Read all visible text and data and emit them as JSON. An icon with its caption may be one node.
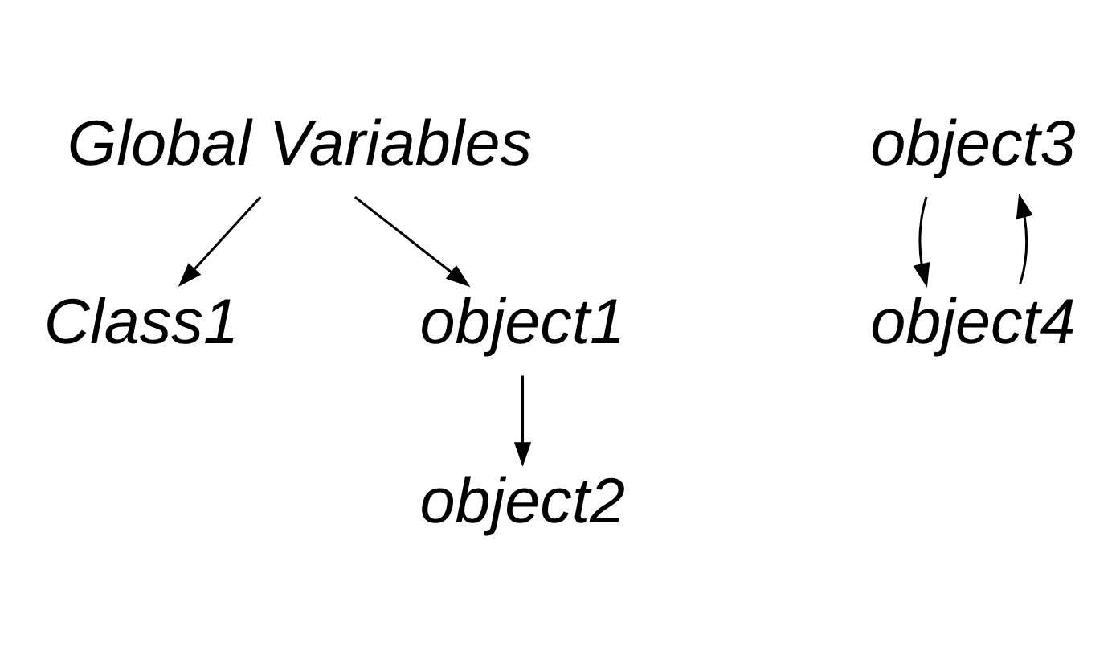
{
  "diagram": {
    "nodes": [
      {
        "text": [
          "Global Variables"
        ]
      },
      {
        "text": [
          "Class1"
        ]
      },
      {
        "text": [
          "object1"
        ]
      },
      {
        "text": [
          "object2"
        ]
      },
      {
        "text": [
          "object3"
        ]
      },
      {
        "text": [
          "object4"
        ]
      }
    ],
    "edges": [
      {
        "from": 0,
        "to": 1,
        "arrow": "to"
      },
      {
        "from": 0,
        "to": 2,
        "arrow": "to"
      },
      {
        "from": 2,
        "to": 3,
        "arrow": "to"
      },
      {
        "from": 4,
        "to": 5,
        "arrow": "to"
      },
      {
        "from": 5,
        "to": 4,
        "arrow": "to"
      }
    ]
  }
}
